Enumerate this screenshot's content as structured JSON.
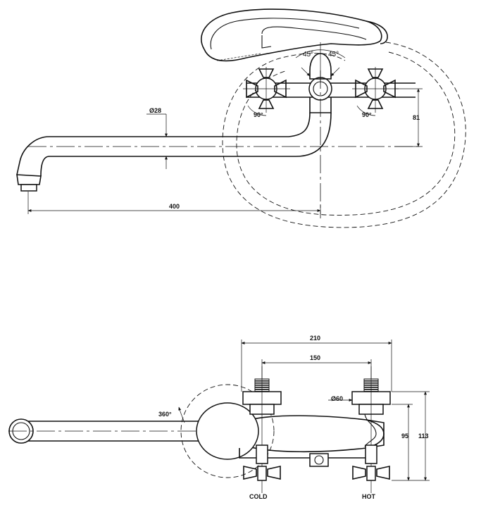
{
  "top_view": {
    "angle_left": "45°",
    "angle_right": "45°",
    "handle_left_angle": "90°",
    "handle_right_angle": "90°",
    "outlet_diameter": "Ø28",
    "height_offset": "81",
    "spout_length": "400"
  },
  "front_view": {
    "overall_width": "210",
    "center_distance": "150",
    "nut_diameter": "Ø60",
    "swivel_angle": "360°",
    "height_small": "95",
    "height_total": "113",
    "cold_label": "COLD",
    "hot_label": "HOT"
  }
}
